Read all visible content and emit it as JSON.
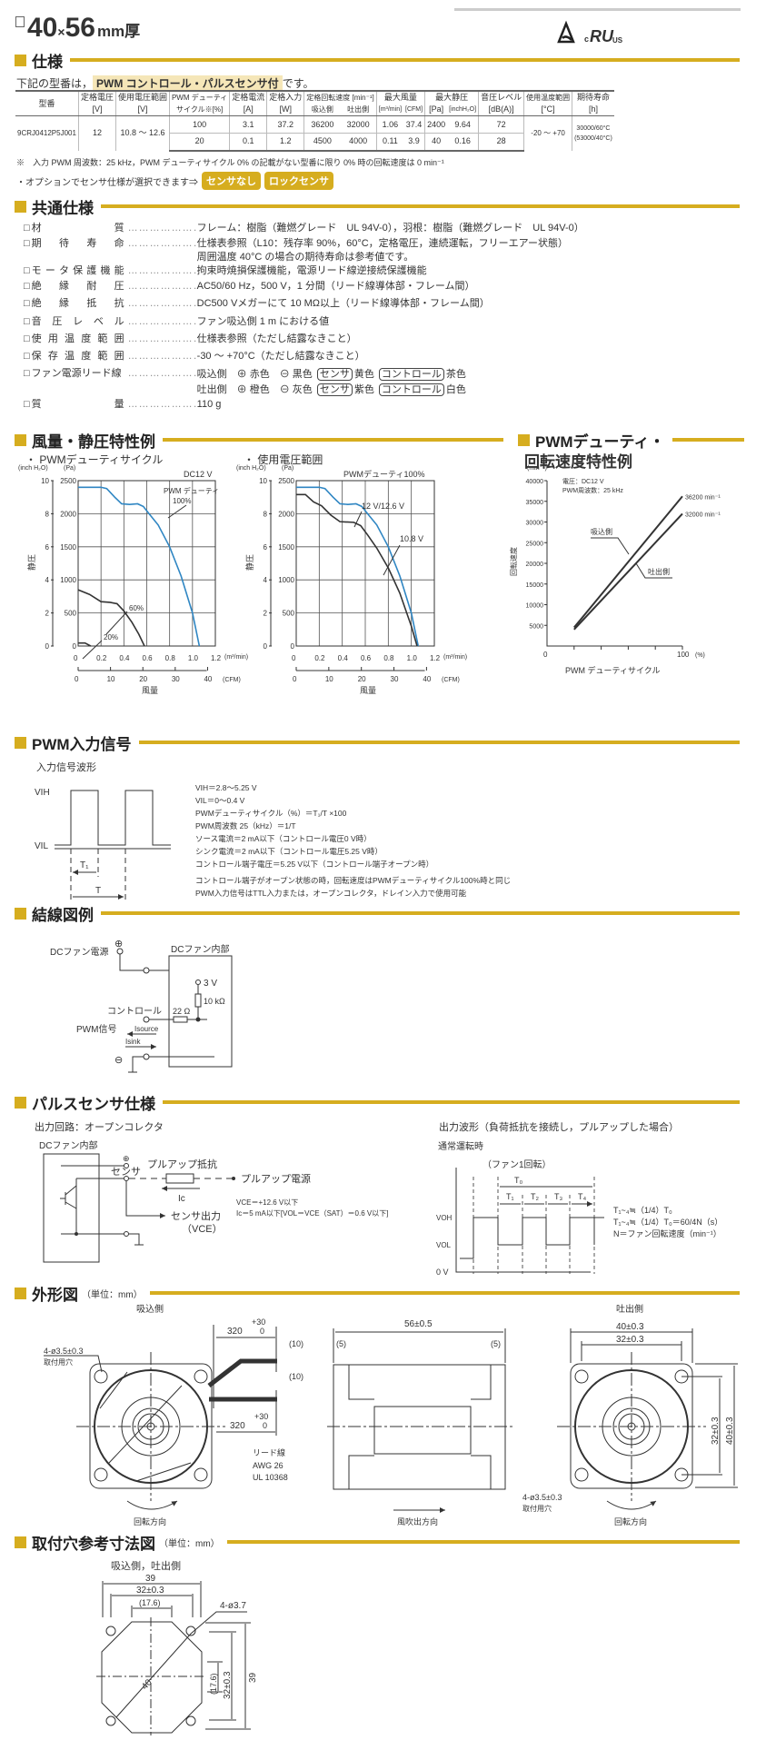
{
  "title": {
    "size": "40",
    "times": "×",
    "depth": "56",
    "unit": "mm厚"
  },
  "certs": {
    "ce_mark": "triangle-cert-icon",
    "ul": "c RU us"
  },
  "spec": {
    "header": "仕様",
    "intro_pre": "下記の型番は，",
    "intro_hl": "PWM コントロール・パルスセンサ付",
    "intro_post": "です。",
    "columns": {
      "model": "型番",
      "rated_v": "定格電圧",
      "rated_v_u": "[V]",
      "range": "使用電圧範囲",
      "range_u": "[V]",
      "pwm": "PWM デューティ",
      "pwm_u": "サイクル※[%]",
      "cur": "定格電流",
      "cur_u": "[A]",
      "inp": "定格入力",
      "inp_u": "[W]",
      "speed": "定格回転速度 [min⁻¹]",
      "speed_in": "吸込側",
      "speed_out": "吐出側",
      "flow": "最大風量",
      "flow_u1": "[m³/min]",
      "flow_u2": "[CFM]",
      "press": "最大静圧",
      "press_u1": "[Pa]",
      "press_u2": "[inchH₂O]",
      "noise": "音圧レベル",
      "noise_u": "[dB(A)]",
      "temp": "使用温度範囲",
      "temp_u": "[°C]",
      "life": "期待寿命",
      "life_u": "[h]"
    },
    "model": "9CRJ0412P5J001",
    "rated_v": "12",
    "range": "10.8 ～ 12.6",
    "temp": "-20 ～ +70",
    "life1": "30000/60°C",
    "life2": "(53000/40°C)",
    "rows": [
      {
        "pwm": "100",
        "cur": "3.1",
        "inp": "37.2",
        "sin": "36200",
        "sout": "32000",
        "fm": "1.06",
        "fc": "37.4",
        "pa": "2400",
        "ih": "9.64",
        "db": "72"
      },
      {
        "pwm": "20",
        "cur": "0.1",
        "inp": "1.2",
        "sin": "4500",
        "sout": "4000",
        "fm": "0.11",
        "fc": "3.9",
        "pa": "40",
        "ih": "0.16",
        "db": "28"
      }
    ],
    "note": "※　入力 PWM 周波数：25 kHz，PWM デューティサイクル 0% の記載がない型番に限り 0% 時の回転速度は 0 min⁻¹",
    "option_text": "・オプションでセンサ仕様が選択できます⇒",
    "option_buttons": [
      "センサなし",
      "ロックセンサ"
    ]
  },
  "common": {
    "header": "共通仕様",
    "items": [
      {
        "label": [
          "材",
          "質"
        ],
        "value": "フレーム：樹脂（難燃グレード　UL 94V-0），羽根：樹脂（難燃グレード　UL 94V-0）"
      },
      {
        "label": [
          "期",
          "待",
          "寿",
          "命"
        ],
        "value": "仕様表参照（L10：残存率 90%，60°C，定格電圧，連続運転，フリーエアー状態）",
        "value2": "周囲温度 40°C の場合の期待寿命は参考値です。"
      },
      {
        "label": [
          "モ",
          "ー",
          "タ",
          "保",
          "護",
          "機",
          "能"
        ],
        "value": "拘束時焼損保護機能，電源リード線逆接続保護機能"
      },
      {
        "label": [
          "絶",
          "縁",
          "耐",
          "圧"
        ],
        "value": "AC50/60 Hz，500 V，1 分間（リード線導体部・フレーム間）"
      },
      {
        "label": [
          "絶",
          "縁",
          "抵",
          "抗"
        ],
        "value": "DC500 Vメガーにて 10 MΩ以上（リード線導体部・フレーム間）"
      },
      {
        "label": [
          "音",
          "圧",
          "レ",
          "ベ",
          "ル"
        ],
        "value": "ファン吸込側 1 m における値"
      },
      {
        "label": [
          "使",
          "用",
          "温",
          "度",
          "範",
          "囲"
        ],
        "value": "仕様表参照（ただし結露なきこと）"
      },
      {
        "label": [
          "保",
          "存",
          "温",
          "度",
          "範",
          "囲"
        ],
        "value": "-30 ～ +70°C（ただし結露なきこと）"
      },
      {
        "label": [
          "ファン電源リード線"
        ],
        "value": ""
      },
      {
        "label": [
          "質",
          "量"
        ],
        "value": "110 g"
      }
    ],
    "leads": [
      {
        "side": "吸込側",
        "plus": "⊕ 赤色",
        "minus": "⊖ 黒色",
        "sensor": "センサ",
        "sensor_color": "黄色",
        "control": "コントロール",
        "control_color": "茶色"
      },
      {
        "side": "吐出側",
        "plus": "⊕ 橙色",
        "minus": "⊖ 灰色",
        "sensor": "センサ",
        "sensor_color": "紫色",
        "control": "コントロール",
        "control_color": "白色"
      }
    ],
    "dots": "……………………"
  },
  "pq": {
    "header": "風量・静圧特性例",
    "sub1": "・ PWMデューティサイクル",
    "sub2": "・ 使用電圧範囲"
  },
  "rs": {
    "header1": "PWMデューティ・",
    "header2": "回転速度特性例"
  },
  "chart_data": [
    {
      "type": "line",
      "title": "DC12 V",
      "xlabel": "風量",
      "ylabel": "静圧",
      "x_unit": "(m³/min)",
      "x2_unit": "(CFM)",
      "y_unit": "(Pa)",
      "y2_unit": "(inch H₂O)",
      "xlim": [
        0,
        1.2
      ],
      "ylim": [
        0,
        2500
      ],
      "xticks": [
        "0",
        "0.2",
        "0.4",
        "0.6",
        "0.8",
        "1.0",
        "1.2"
      ],
      "x2ticks": [
        "0",
        "10",
        "20",
        "30",
        "40"
      ],
      "yticks": [
        "0",
        "500",
        "1000",
        "1500",
        "2000",
        "2500"
      ],
      "y2ticks": [
        "0",
        "2",
        "4",
        "6",
        "8",
        "10"
      ],
      "grid": true,
      "series": [
        {
          "name": "PWM デューティ 100%",
          "label1": "PWM デューティ",
          "label2": "100%",
          "color": "#2f86c3",
          "points": [
            [
              0,
              2400
            ],
            [
              0.2,
              2400
            ],
            [
              0.25,
              2380
            ],
            [
              0.32,
              2250
            ],
            [
              0.38,
              2150
            ],
            [
              0.45,
              2140
            ],
            [
              0.52,
              2150
            ],
            [
              0.57,
              2110
            ],
            [
              0.62,
              2000
            ],
            [
              0.7,
              1830
            ],
            [
              0.8,
              1500
            ],
            [
              0.9,
              1060
            ],
            [
              1.0,
              500
            ],
            [
              1.06,
              0
            ]
          ]
        },
        {
          "name": "60%",
          "label1": "60%",
          "color": "#333",
          "points": [
            [
              0,
              850
            ],
            [
              0.1,
              780
            ],
            [
              0.2,
              670
            ],
            [
              0.28,
              660
            ],
            [
              0.34,
              640
            ],
            [
              0.4,
              530
            ],
            [
              0.47,
              360
            ],
            [
              0.53,
              180
            ],
            [
              0.58,
              0
            ]
          ]
        },
        {
          "name": "20%",
          "label1": "20%",
          "color": "#333",
          "points": [
            [
              0,
              45
            ],
            [
              0.06,
              45
            ],
            [
              0.11,
              0
            ]
          ]
        }
      ]
    },
    {
      "type": "line",
      "title": "PWMデューティ100%",
      "xlabel": "風量",
      "ylabel": "静圧",
      "x_unit": "(m³/min)",
      "x2_unit": "(CFM)",
      "y_unit": "(Pa)",
      "y2_unit": "(inch H₂O)",
      "xlim": [
        0,
        1.2
      ],
      "ylim": [
        0,
        2500
      ],
      "xticks": [
        "0",
        "0.2",
        "0.4",
        "0.6",
        "0.8",
        "1.0",
        "1.2"
      ],
      "x2ticks": [
        "0",
        "10",
        "20",
        "30",
        "40"
      ],
      "yticks": [
        "0",
        "500",
        "1000",
        "1500",
        "2000",
        "2500"
      ],
      "y2ticks": [
        "0",
        "2",
        "4",
        "6",
        "8",
        "10"
      ],
      "grid": true,
      "series": [
        {
          "name": "12 V/12.6 V",
          "label1": "12 V/12.6 V",
          "color": "#2f86c3",
          "points": [
            [
              0,
              2400
            ],
            [
              0.2,
              2400
            ],
            [
              0.25,
              2380
            ],
            [
              0.32,
              2250
            ],
            [
              0.38,
              2150
            ],
            [
              0.45,
              2140
            ],
            [
              0.52,
              2150
            ],
            [
              0.57,
              2110
            ],
            [
              0.62,
              2000
            ],
            [
              0.7,
              1830
            ],
            [
              0.8,
              1500
            ],
            [
              0.9,
              1060
            ],
            [
              1.0,
              500
            ],
            [
              1.06,
              0
            ]
          ]
        },
        {
          "name": "10.8 V",
          "label1": "10.8 V",
          "color": "#333",
          "points": [
            [
              0,
              2290
            ],
            [
              0.08,
              2290
            ],
            [
              0.15,
              2180
            ],
            [
              0.22,
              2120
            ],
            [
              0.3,
              1980
            ],
            [
              0.38,
              1880
            ],
            [
              0.5,
              1870
            ],
            [
              0.56,
              1820
            ],
            [
              0.62,
              1680
            ],
            [
              0.7,
              1480
            ],
            [
              0.8,
              1180
            ],
            [
              0.9,
              800
            ],
            [
              1.0,
              300
            ],
            [
              1.05,
              0
            ]
          ]
        }
      ]
    },
    {
      "type": "line",
      "title": "",
      "xlabel": "PWM デューティサイクル",
      "ylabel": "回転速度",
      "y_unit": "(min⁻¹)",
      "x_unit": "(%)",
      "xlim": [
        0,
        100
      ],
      "ylim": [
        0,
        40000
      ],
      "xtick_labels": [
        "0",
        "100"
      ],
      "yticks": [
        "5000",
        "10000",
        "15000",
        "20000",
        "25000",
        "30000",
        "35000",
        "40000"
      ],
      "annot1": "電圧：DC12 V",
      "annot2": "PWM周波数：25 kHz",
      "series": [
        {
          "name": "吸込側",
          "end_label": "36200 min⁻¹",
          "color": "#333",
          "points": [
            [
              20,
              4500
            ],
            [
              100,
              36200
            ]
          ]
        },
        {
          "name": "吐出側",
          "end_label": "32000 min⁻¹",
          "color": "#333",
          "points": [
            [
              20,
              4000
            ],
            [
              100,
              32000
            ]
          ]
        }
      ]
    }
  ],
  "pwm": {
    "header": "PWM入力信号",
    "sub": "入力信号波形",
    "vih": "VIH",
    "vil": "VIL",
    "t1": "T₁",
    "t": "T",
    "lines": [
      "VIH＝2.8～5.25 V",
      "VIL＝0～0.4 V",
      "PWMデューティサイクル（%）＝T₁/T ×100",
      "PWM周波数 25（kHz）＝1/T",
      "ソース電流＝2 mA以下（コントロール電圧0 V時）",
      "シンク電流＝2 mA以下（コントロール電圧5.25 V時）",
      "コントロール端子電圧＝5.25 V以下（コントロール端子オープン時）",
      "コントロール端子がオープン状態の時，回転速度はPWMデューティサイクル100%時と同じ",
      "PWM入力信号はTTL入力または，オープンコレクタ，ドレイン入力で使用可能"
    ]
  },
  "wiring": {
    "header": "結線図例",
    "power": "DCファン電源",
    "inside": "DCファン内部",
    "v3": "3 V",
    "r10k": "10 kΩ",
    "control": "コントロール",
    "r22": "22 Ω",
    "pwm": "PWM信号",
    "isource": "Isource",
    "isink": "Isink",
    "plus": "⊕",
    "minus": "⊖"
  },
  "pulse": {
    "header": "パルスセンサ仕様",
    "circuit": "出力回路：オープンコレクタ",
    "inside": "DCファン内部",
    "sensor": "センサ",
    "pullup_r": "プルアップ抵抗",
    "pullup_src": "プルアップ電源",
    "ic": "Ic",
    "out": "センサ出力",
    "vce": "（VCE）",
    "spec1": "VCE＝+12.6 V以下",
    "spec2": "Ic＝5 mA以下[VOL＝VCE（SAT）＝0.6 V以下]",
    "wave": "出力波形（負荷抵抗を接続し，プルアップした場合）",
    "normal": "通常運転時",
    "rev": "（ファン1回転）",
    "t0": "T₀",
    "ts": [
      "T₁",
      "T₂",
      "T₃",
      "T₄"
    ],
    "voh": "VOH",
    "vol": "VOL",
    "v0": "0 V",
    "eq": [
      "T₁~₄≒（1/4）T₀",
      "T₁~₄≒（1/4）T₀＝60/4N（s）",
      "N＝ファン回転速度（min⁻¹）"
    ]
  },
  "outline": {
    "header": "外形図",
    "unit": "（単位：mm）",
    "intake": "吸込側",
    "exhaust": "吐出側",
    "holes": "4-ø3.5±0.3",
    "holes2": "取付用穴",
    "lead_len": "320",
    "tol_p": "+30",
    "tol_0": "0",
    "ten": "(10)",
    "five": "(5)",
    "length": "56±0.5",
    "lead1": "リード線",
    "lead2": "AWG 26",
    "lead3": "UL 10368",
    "rot": "回転方向",
    "air": "風吹出方向",
    "d40": "40±0.3",
    "d32": "32±0.3"
  },
  "mount": {
    "header": "取付穴参考寸法図",
    "unit": "（単位：mm）",
    "sub": "吸込側，吐出側",
    "d39": "39",
    "d32": "32±0.3",
    "d176": "(17.6)",
    "holes": "4-ø3.7",
    "diag": "40"
  }
}
